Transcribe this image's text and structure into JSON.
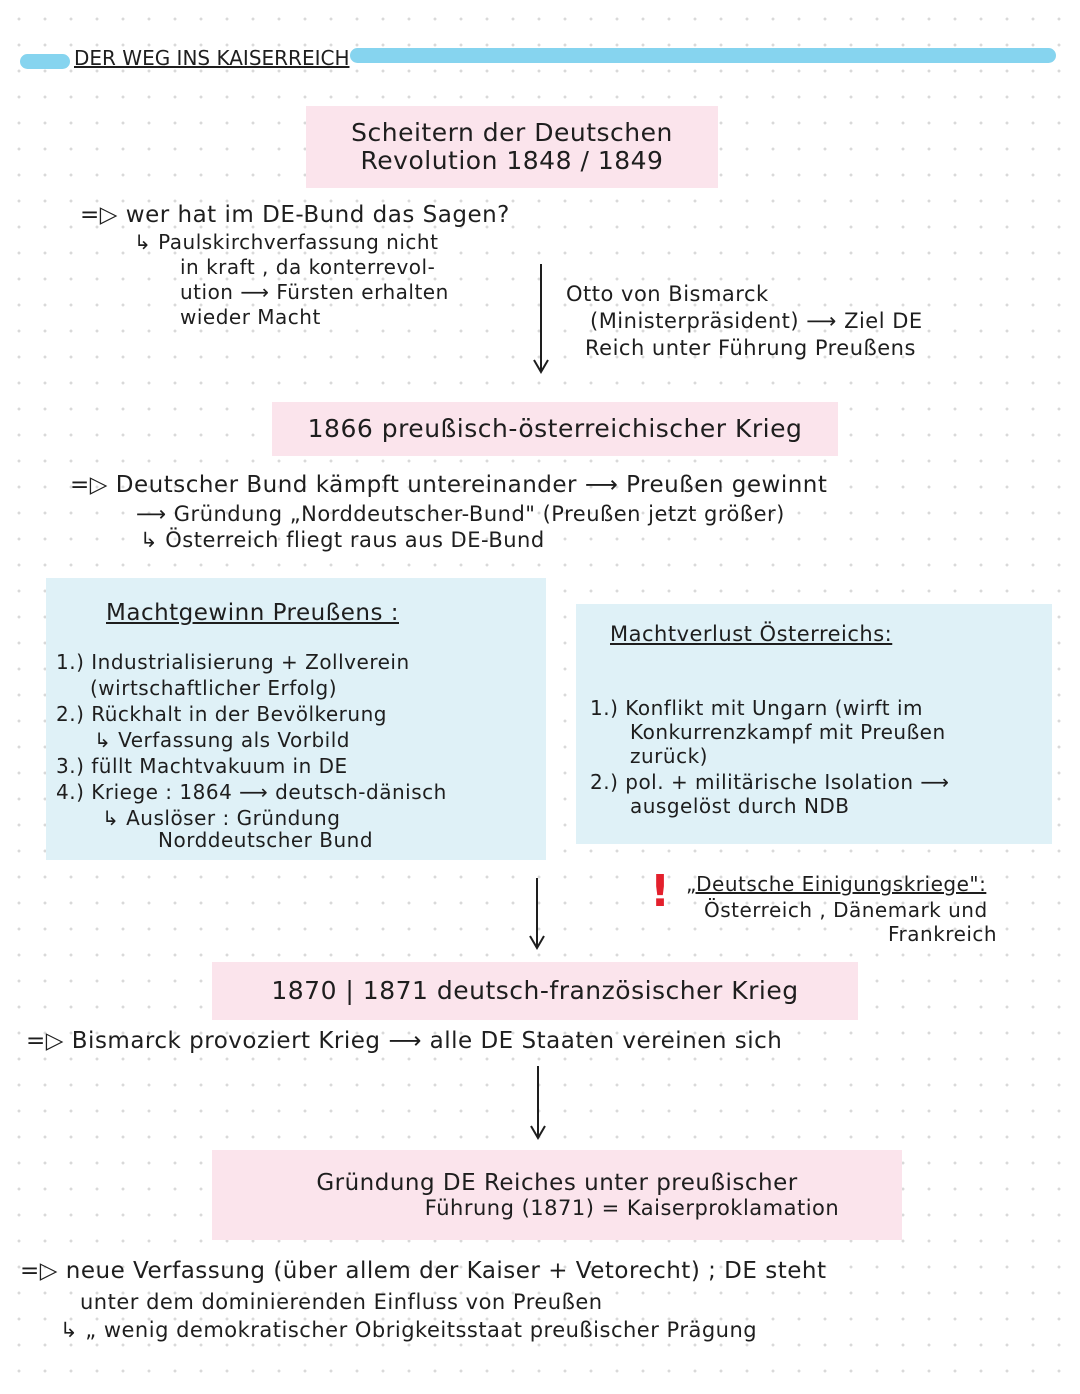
{
  "title": "Der Weg ins Kaiserreich",
  "box1": {
    "line1": "Scheitern der Deutschen",
    "line2": "Revolution 1848 / 1849"
  },
  "block1": {
    "q": "=▷ wer hat im DE-Bund das Sagen?",
    "l1": "↳ Paulskirchverfassung nicht",
    "l2": "in kraft , da konterrevol-",
    "l3": "ution ⟶ Fürsten erhalten",
    "l4": "wieder Macht"
  },
  "bismarck": {
    "l1": "Otto von Bismarck",
    "l2": "(Ministerpräsident) ⟶ Ziel DE",
    "l3": "Reich unter Führung Preußens"
  },
  "box2": {
    "text": "1866 preußisch-österreichischer Krieg"
  },
  "block2": {
    "l1": "=▷ Deutscher Bund kämpft untereinander ⟶ Preußen gewinnt",
    "l2": "⟶ Gründung „Norddeutscher-Bund\" (Preußen jetzt größer)",
    "l3": "↳ Österreich fliegt raus aus DE-Bund"
  },
  "left_panel": {
    "heading": "Machtgewinn Preußens :",
    "items": [
      "1.) Industrialisierung + Zollverein",
      "(wirtschaftlicher Erfolg)",
      "2.) Rückhalt in der Bevölkerung",
      "↳ Verfassung als Vorbild",
      "3.) füllt Machtvakuum in DE",
      "4.) Kriege : 1864 ⟶ deutsch-dänisch",
      "↳ Auslöser : Gründung",
      "Norddeutscher Bund"
    ]
  },
  "right_panel": {
    "heading": "Machtverlust Österreichs:",
    "items": [
      "1.) Konflikt mit Ungarn (wirft im",
      "Konkurrenzkampf mit Preußen",
      "zurück)",
      "2.) pol. + militärische Isolation ⟶",
      "ausgelöst durch NDB"
    ]
  },
  "note": {
    "mark": "!",
    "l1": "„Deutsche Einigungskriege\":",
    "l2": "Österreich , Dänemark und",
    "l3": "Frankreich"
  },
  "box3": {
    "text": "1870 | 1871 deutsch-französischer Krieg"
  },
  "block3": {
    "text": "=▷ Bismarck provoziert Krieg ⟶ alle DE Staaten vereinen sich"
  },
  "box4": {
    "l1": "Gründung DE Reiches unter preußischer",
    "l2": "Führung (1871) = Kaiserproklamation"
  },
  "block4": {
    "l1": "=▷ neue Verfassung (über allem der Kaiser + Vetorecht) ; DE steht",
    "l2": "unter dem dominierenden Einfluss von Preußen",
    "l3": "↳ „ wenig demokratischer Obrigkeitsstaat preußischer Prägung"
  },
  "colors": {
    "pink": "#fbe4ec",
    "blue": "#dff1f7",
    "accent": "#86d4ef",
    "red": "#e3202c"
  }
}
